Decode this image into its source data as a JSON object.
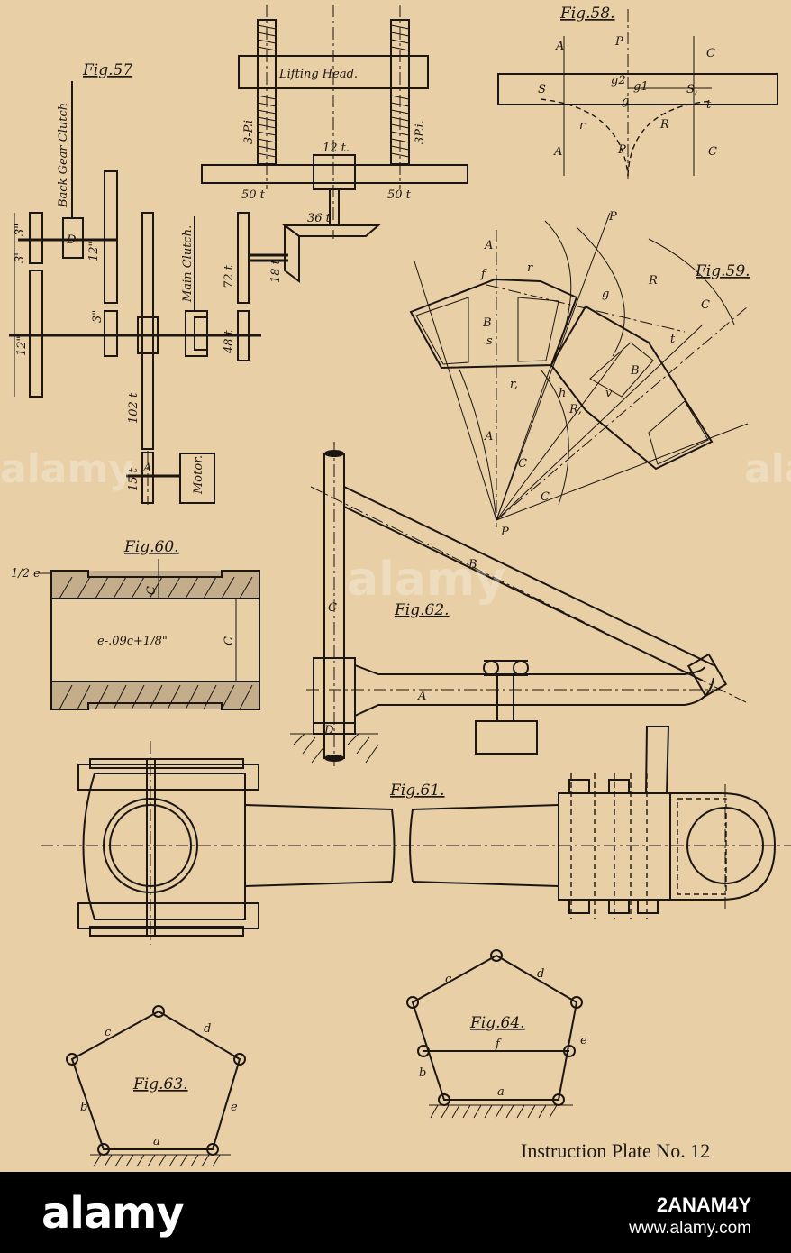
{
  "plate": {
    "caption": "Instruction Plate No. 12",
    "watermark": "alamy",
    "paper_color": "#e8cfa6",
    "ink_color": "#1c1612"
  },
  "fig57": {
    "title": "Fig.57",
    "lifting_head": "Lifting Head.",
    "back_gear_clutch": "Back Gear Clutch",
    "main_clutch": "Main Clutch.",
    "motor": "Motor.",
    "screw_left": "3-P.i",
    "screw_right": "3P.i.",
    "gear_12t": "12 t.",
    "gear_50t_left": "50 t",
    "gear_50t_right": "50 t",
    "gear_36t": "36 t",
    "gear_72t": "72 t",
    "gear_18t": "18 t",
    "gear_48t": "48 t",
    "gear_102t": "102 t",
    "gear_15t": "15 t",
    "letter_d": "D",
    "letter_a": "A",
    "dim_3a": "3\"",
    "dim_3b": "3\"",
    "dim_3c": "3\"",
    "dim_12a": "12\"",
    "dim_12b": "12\""
  },
  "fig58": {
    "title": "Fig.58.",
    "a_top": "A",
    "p_top": "P",
    "c_top": "C",
    "s": "S",
    "s1": "S,",
    "g2": "g2",
    "g1": "g1",
    "g": "g",
    "r": "r",
    "R": "R",
    "t": "t",
    "a_bot": "A",
    "p_bot": "P",
    "c_bot": "C"
  },
  "fig59": {
    "title": "Fig.59.",
    "A": "A",
    "P_top": "P",
    "f": "f",
    "r": "r",
    "R": "R",
    "c_top": "C",
    "g": "g",
    "t": "t",
    "B": "B",
    "s": "s",
    "B1": "B,",
    "h": "h",
    "v": "v",
    "R1": "R,",
    "r1": "r,",
    "A2": "A",
    "c_mid": "C",
    "c_low": "C",
    "P_bot": "P"
  },
  "fig60": {
    "title": "Fig.60.",
    "half_e": "1/2 e",
    "c_small": "C",
    "formula": "e-.09c+1/8\"",
    "c_dim": "C"
  },
  "fig62": {
    "title": "Fig.62.",
    "B": "B",
    "C": "C",
    "A": "A",
    "D": "D"
  },
  "fig61": {
    "title": "Fig.61."
  },
  "fig63": {
    "title": "Fig.63.",
    "a": "a",
    "b": "b",
    "c": "c",
    "d": "d",
    "e": "e"
  },
  "fig64": {
    "title": "Fig.64.",
    "a": "a",
    "b": "b",
    "c": "c",
    "d": "d",
    "e": "e",
    "f": "f"
  },
  "footer": {
    "brand": "alamy",
    "image_id": "2ANAM4Y",
    "url": "www.alamy.com"
  }
}
